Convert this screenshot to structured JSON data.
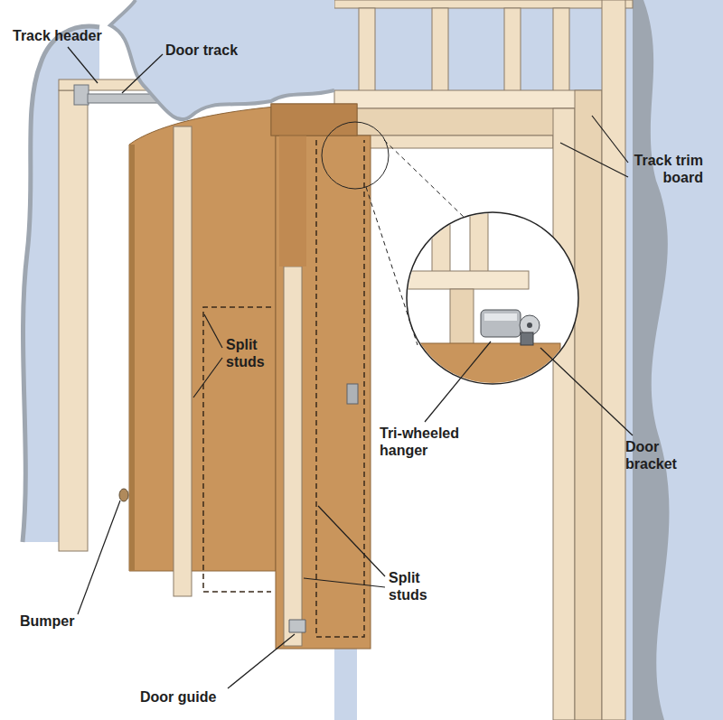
{
  "diagram": {
    "labels": [
      "Track header",
      "Door track",
      "Track trim board",
      "Split studs",
      "Tri-wheeled hanger",
      "Door bracket",
      "Bumper",
      "Split studs",
      "Door guide"
    ]
  }
}
